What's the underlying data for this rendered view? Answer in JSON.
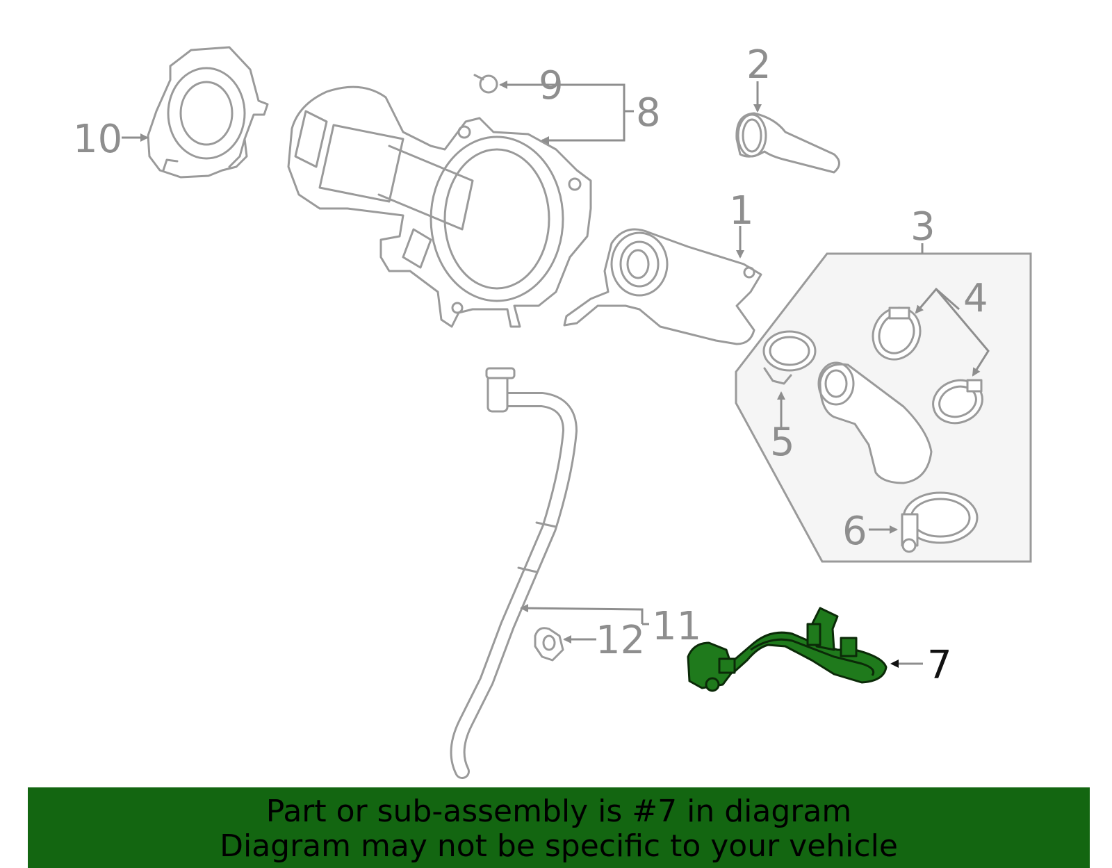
{
  "callouts": {
    "c1": "1",
    "c2": "2",
    "c3": "3",
    "c4": "4",
    "c5": "5",
    "c6": "6",
    "c7": "7",
    "c8": "8",
    "c9": "9",
    "c10": "10",
    "c11": "11",
    "c12": "12"
  },
  "highlighted_part": "7",
  "colors": {
    "banner_bg": "#136611",
    "highlight": "#1f7a1c",
    "line_art": "#9a9a9a",
    "sub_assembly_box": "#f5f5f5"
  },
  "banner": {
    "line1": "Part or sub-assembly is #7 in diagram",
    "line2": "Diagram may not be specific to your vehicle"
  }
}
